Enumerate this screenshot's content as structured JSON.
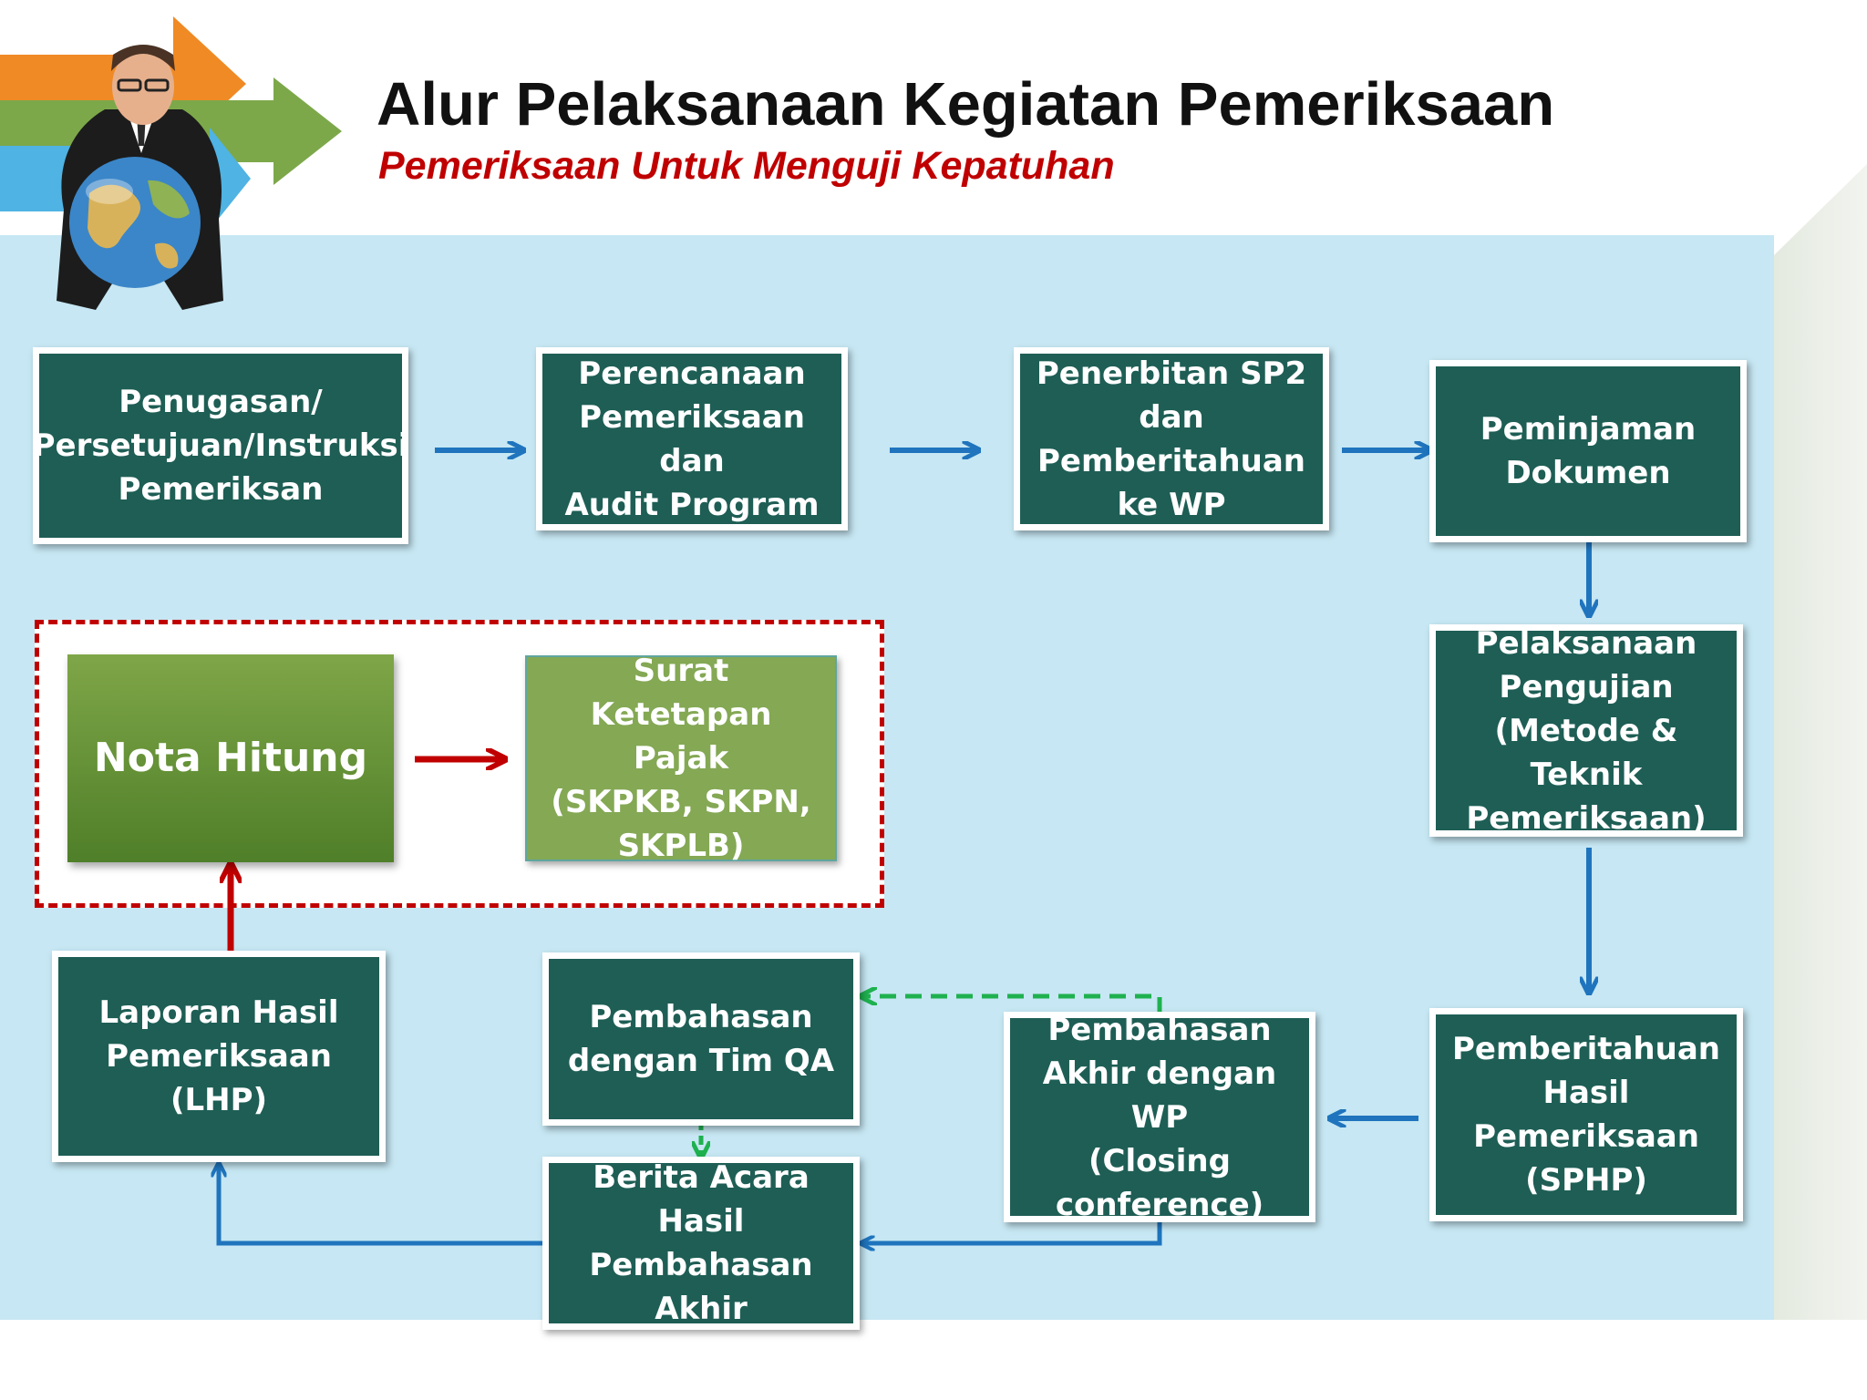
{
  "title": "Alur Pelaksanaan Kegiatan Pemeriksaan",
  "subtitle": "Pemeriksaan Untuk Menguji Kepatuhan",
  "colors": {
    "box_fill": "#1e5e55",
    "band": "#c6e7f3",
    "flow_arrow": "#1f74bd",
    "highlight_arrow": "#c00000",
    "qa_arrow": "#1fb14f",
    "nota_green": "#5f8f33",
    "skp_green": "#84a854"
  },
  "steps": {
    "penugasan": "Penugasan/\nPersetujuan/Instruksi\nPemeriksan",
    "perencanaan": "Perencanaan\nPemeriksaan dan\nAudit Program",
    "penerbitan": "Penerbitan SP2\ndan\nPemberitahuan\nke WP",
    "peminjaman": "Peminjaman\nDokumen",
    "pelaksanaan": "Pelaksanaan\nPengujian\n(Metode & Teknik\nPemeriksaan)",
    "pemberitahuan_hasil": "Pemberitahuan\nHasil\nPemeriksaan\n(SPHP)",
    "pembahasan_akhir": "Pembahasan\nAkhir dengan WP\n(Closing\nconference)",
    "pembahasan_qa": "Pembahasan\ndengan Tim QA",
    "berita_acara": "Berita Acara Hasil\nPembahasan\nAkhir",
    "lhp": "Laporan Hasil\nPemeriksaan (LHP)",
    "nota_hitung": "Nota Hitung",
    "skp": "Surat Ketetapan\nPajak\n(SKPKB, SKPN,\nSKPLB)"
  }
}
